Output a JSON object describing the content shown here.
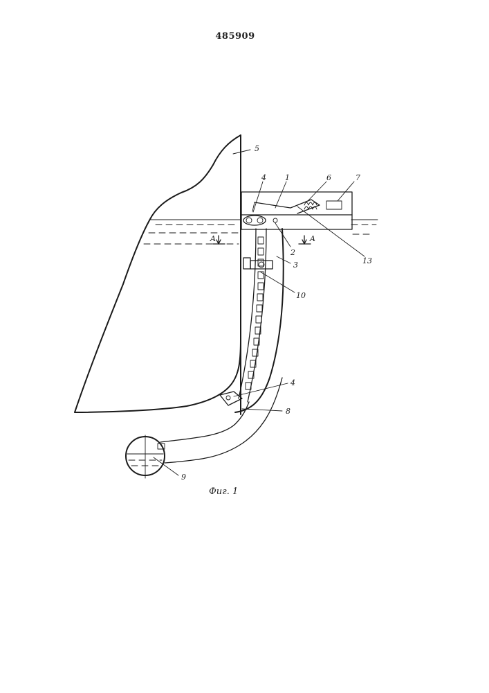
{
  "document": {
    "patent_number": "485909",
    "figure_caption": "Фиг. 1"
  },
  "labels": {
    "hull": "5",
    "item_4_top": "4",
    "item_1": "1",
    "item_6": "6",
    "item_7": "7",
    "item_2": "2",
    "item_3": "3",
    "item_13": "13",
    "item_10": "10",
    "item_4_bottom": "4",
    "item_8": "8",
    "item_9": "9",
    "section_left": "A",
    "section_right": "A"
  }
}
